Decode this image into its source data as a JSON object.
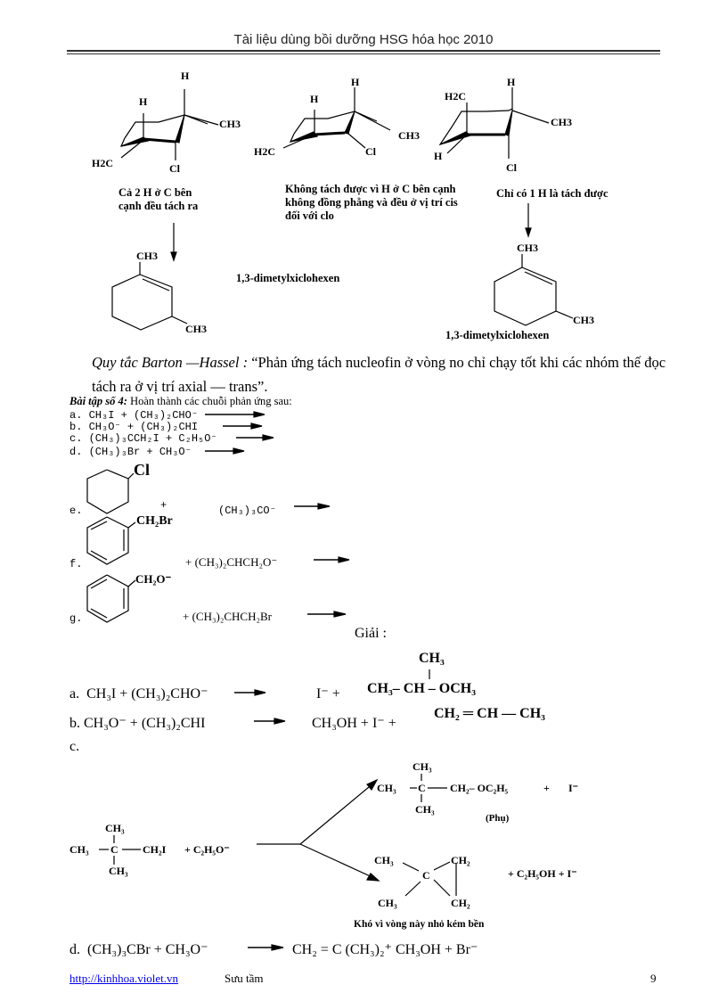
{
  "header": {
    "title": "Tài liệu dùng bồi dưỡng HSG hóa học 2010"
  },
  "conformers": [
    {
      "labels": {
        "top_h": "H",
        "left_h": "H",
        "ch3": "CH3",
        "h2c": "H2C",
        "cl": "Cl"
      },
      "note": "Cả 2 H ở C bên cạnh đều tách ra"
    },
    {
      "labels": {
        "top_h": "H",
        "left_h": "H",
        "ch3": "CH3",
        "h2c": "H2C",
        "cl": "Cl"
      },
      "note": "Không tách được vì H ở C bên cạnh không đồng phẳng và đều ở vị trí cis đối với clo"
    },
    {
      "labels": {
        "top_h": "H",
        "h2c": "H2C",
        "ch3": "CH3",
        "h": "H",
        "cl": "Cl"
      },
      "note": "Chỉ có 1 H là tách được"
    }
  ],
  "products": {
    "left": {
      "top_ch3": "CH3",
      "bottom_ch3": "CH3"
    },
    "middle_name": "1,3-dimetylxiclohexen",
    "right": {
      "top_ch3": "CH3",
      "bottom_ch3": "CH3",
      "name": "1,3-dimetylxiclohexen"
    }
  },
  "rule": {
    "name": "Quy tắc Barton —Hassel :",
    "text": "“Phản ứng tách nucleofin ở vòng no chỉ chạy tốt khi các nhóm thế đọc   tách ra ở vị trí axial — trans”."
  },
  "exercise": {
    "title": "Bài tập số 4:",
    "instruction": "Hoàn thành các chuỗi phản ứng sau:",
    "items": [
      {
        "label": "a.",
        "text": "CH₃I + (CH₃)₂CHO⁻"
      },
      {
        "label": "b.",
        "text": "CH₃O⁻ + (CH₃)₂CHI"
      },
      {
        "label": "c.",
        "text": "(CH₃)₃CCH₂I + C₂H₅O⁻"
      },
      {
        "label": "d.",
        "text": "(CH₃)₃Br + CH₃O⁻"
      },
      {
        "label": "e.",
        "substituent": "Cl",
        "plus": "+",
        "reagent": "(CH₃)₃CO⁻"
      },
      {
        "label": "f.",
        "substituent": "CH₂Br",
        "reagent": "+ (CH₃)₂CHCH₂O⁻"
      },
      {
        "label": "g.",
        "substituent": "CH₂O⁻",
        "reagent": "+ (CH₃)₂CHCH₂Br"
      }
    ]
  },
  "solution": {
    "title": "Giải :",
    "a": {
      "label": "a.",
      "reactants": "CH₃I + (CH₃)₂CHO⁻",
      "product1": "I⁻  +",
      "branch_top": "CH₃",
      "chain": "CH₃–  CH – OCH₃"
    },
    "b": {
      "label": "b.",
      "reactants": "CH₃O⁻ + (CH₃)₂CHI",
      "product1": "CH₃OH + I⁻ +",
      "alkene": "CH₂ ═ CH — CH₃"
    },
    "c": {
      "label": "c.",
      "reactant": {
        "top": "CH₃",
        "left": "CH₃",
        "center": "C",
        "right": "CH₂I",
        "bottom": "CH₃",
        "reagent": "+ C₂H₅O⁻"
      },
      "product_main": {
        "top": "CH₃",
        "left": "CH₃",
        "center": "C",
        "right": "CH₂– OC₂H₅",
        "plus": "+",
        "ion": "I⁻",
        "bottom": "CH₃",
        "tag": "(Phụ)"
      },
      "product_ring": {
        "tl": "CH₃",
        "bl": "CH₃",
        "center": "C",
        "tr": "CH₂",
        "br": "CH₂",
        "rest": "+  C₂H₅OH  +  I⁻",
        "note": "Khó vì vòng này nhỏ kém bền"
      }
    },
    "d": {
      "label": "d.",
      "reactants": "(CH₃)₃CBr + CH₃O⁻",
      "products": "CH₂ = C (CH₃)₂⁺ CH₃OH + Br⁻"
    }
  },
  "footer": {
    "link": "http://kinhhoa.violet.vn",
    "source": "Sưu tầm",
    "page": "9"
  }
}
